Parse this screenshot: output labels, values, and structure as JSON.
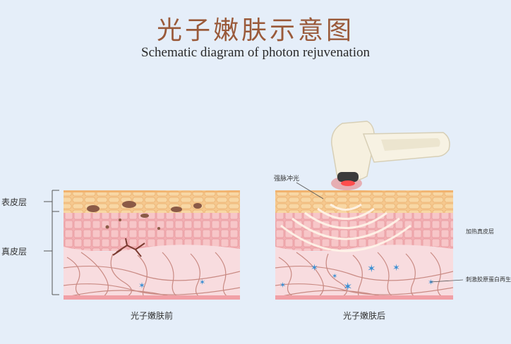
{
  "title_cn": "光子嫩肤示意图",
  "title_en": "Schematic diagram of photon rejuvenation",
  "left_panel": {
    "caption": "光子嫩肤前",
    "layer_epidermis": "表皮层",
    "layer_dermis": "真皮层"
  },
  "right_panel": {
    "caption": "光子嫩肤后",
    "label_pulse": "强脉冲光",
    "label_heat": "加热真皮层",
    "label_collagen": "刺激胶原蛋白再生"
  },
  "colors": {
    "background": "#e5eef9",
    "title_cn": "#9a5a3a",
    "epidermis": "#f6c88e",
    "dermis_cells": "#f4b3b6",
    "deep_dermis": "#f8dcdf",
    "fiber": "#c98a83",
    "star": "#3b8fd3"
  }
}
